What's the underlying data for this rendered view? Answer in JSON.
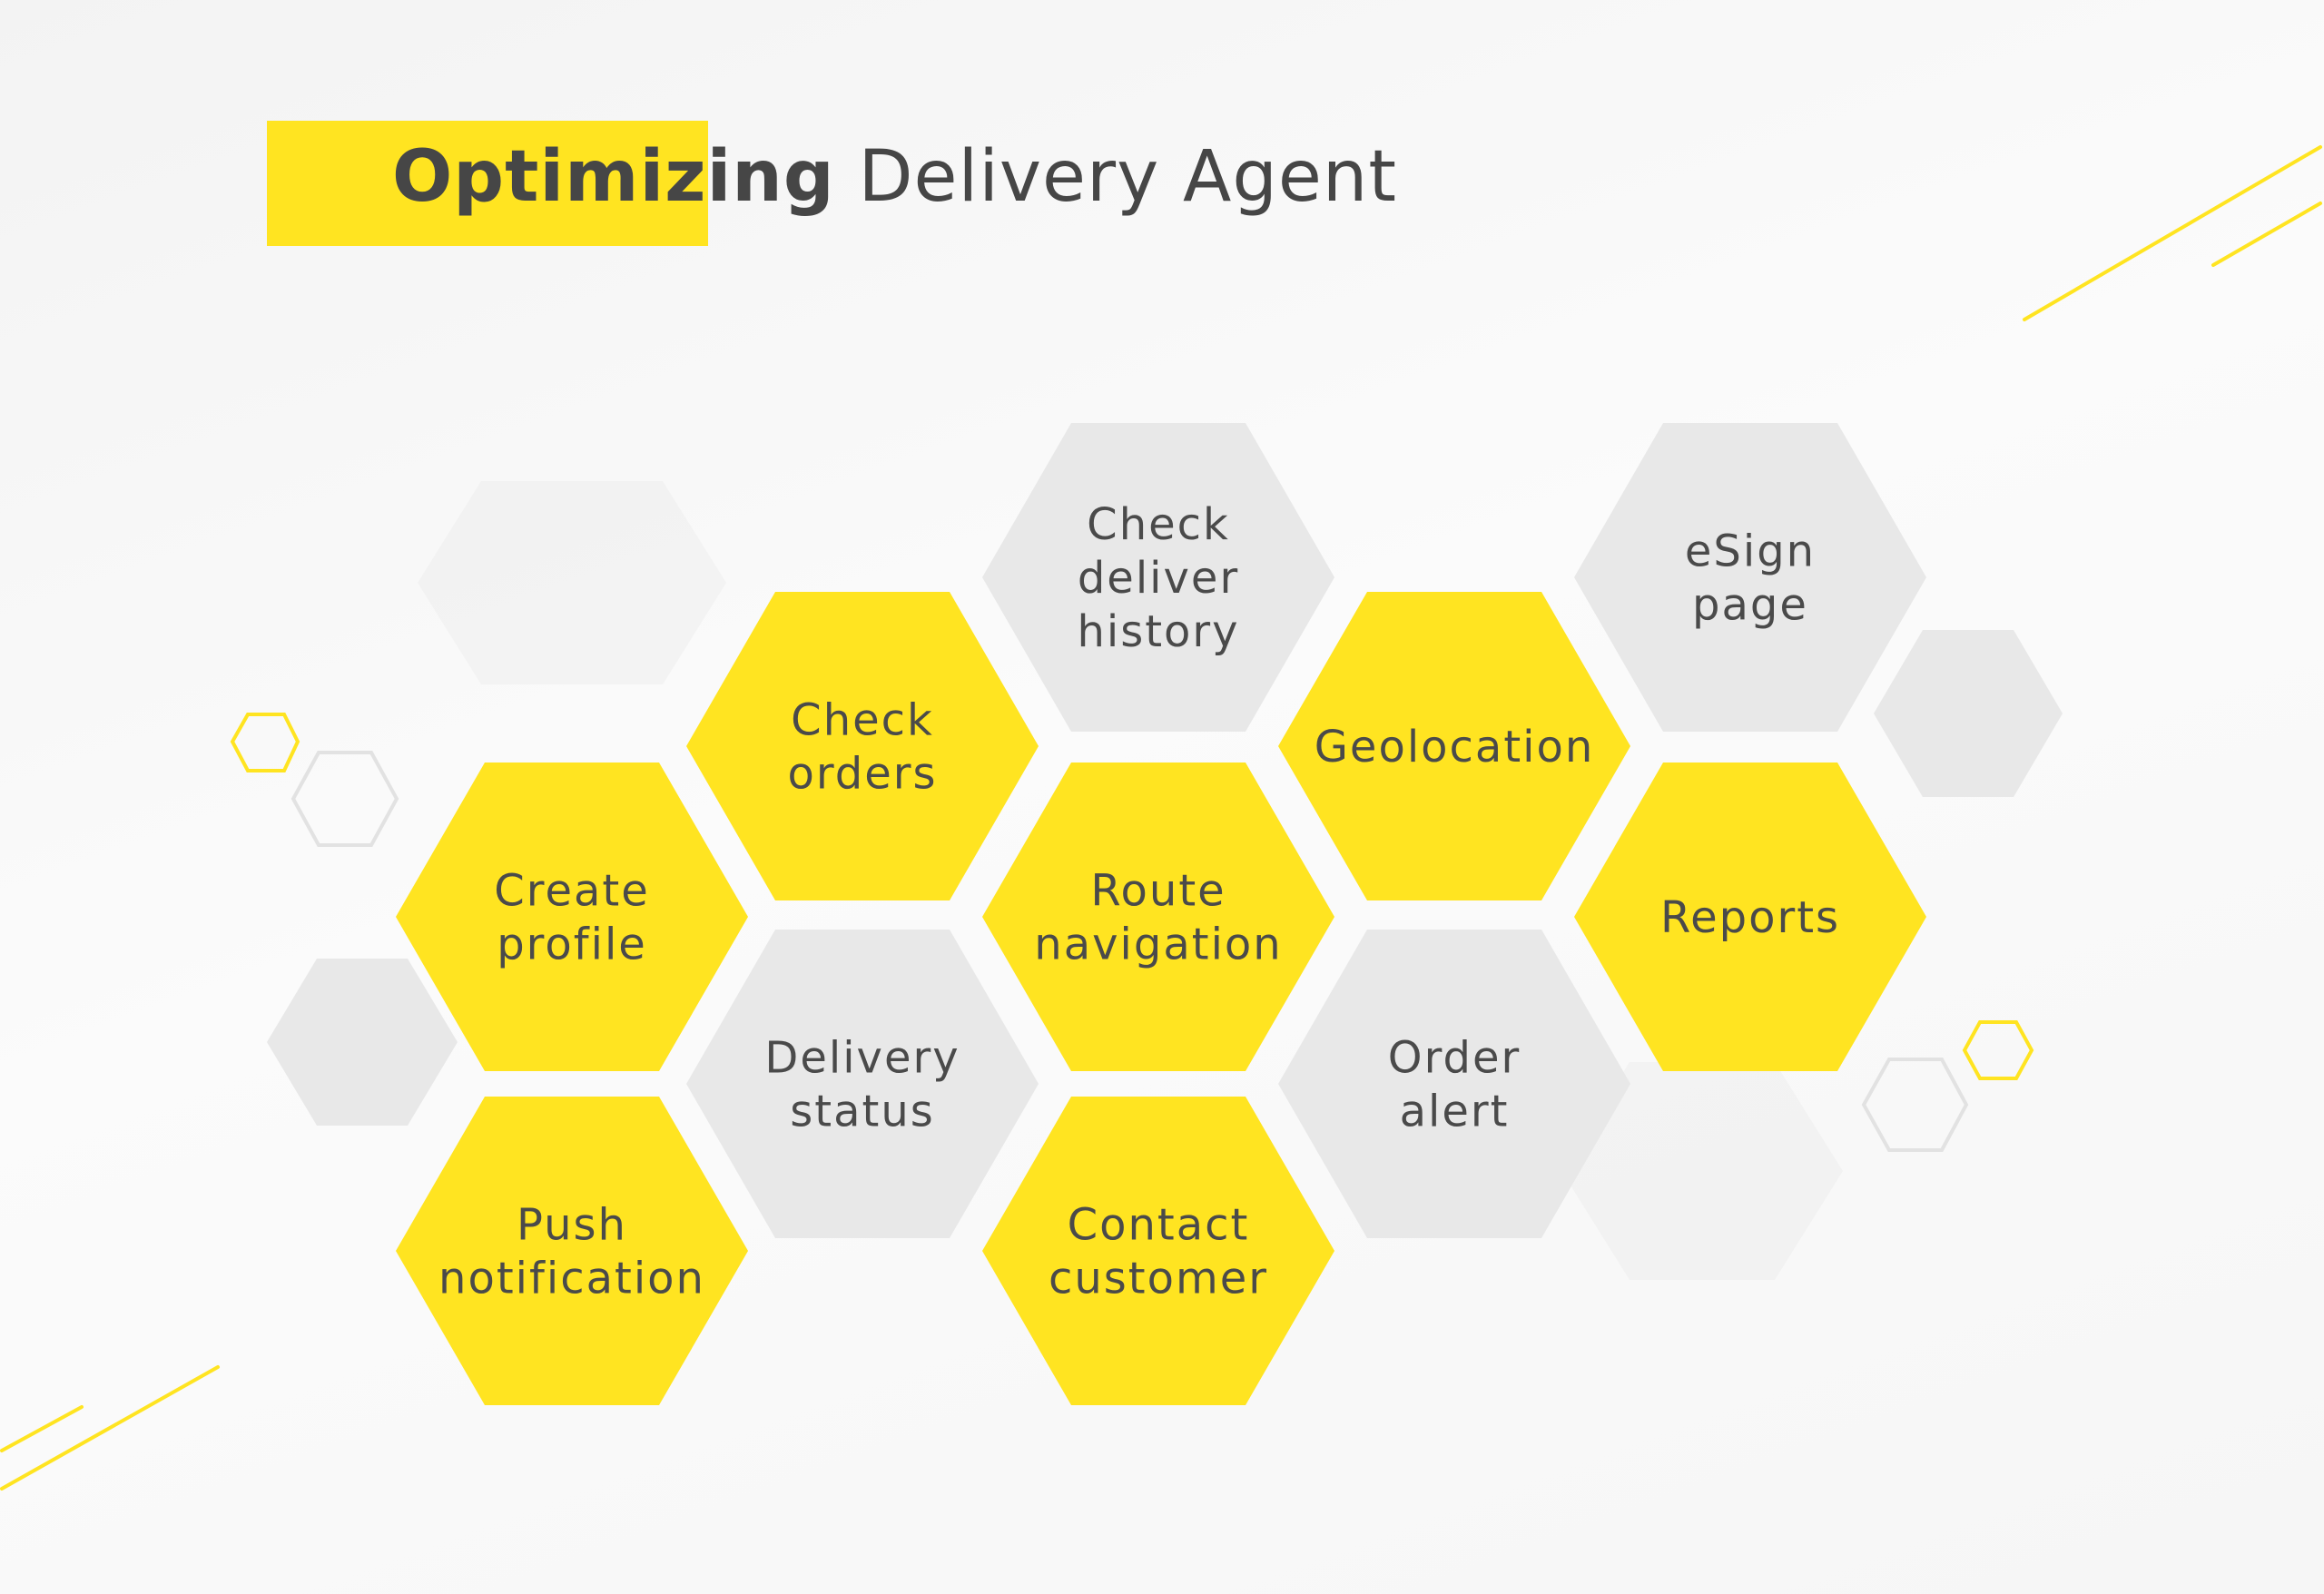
{
  "title": {
    "bold": "Optimizing",
    "light": " Delivery Agent"
  },
  "colors": {
    "accent": "#ffe421",
    "grey": "#e8e8e8",
    "text": "#464646"
  },
  "hexagons": [
    {
      "id": "create-profile",
      "lines": [
        "Create",
        "profile"
      ],
      "color": "yellow"
    },
    {
      "id": "push-notification",
      "lines": [
        "Push",
        "notification"
      ],
      "color": "yellow"
    },
    {
      "id": "check-orders",
      "lines": [
        "Check",
        "orders"
      ],
      "color": "yellow"
    },
    {
      "id": "delivery-status",
      "lines": [
        "Delivery",
        "status"
      ],
      "color": "grey"
    },
    {
      "id": "check-deliver-history",
      "lines": [
        "Check",
        "deliver",
        "history"
      ],
      "color": "grey"
    },
    {
      "id": "route-navigation",
      "lines": [
        "Route",
        "navigation"
      ],
      "color": "yellow"
    },
    {
      "id": "contact-customer",
      "lines": [
        "Contact",
        "customer"
      ],
      "color": "yellow"
    },
    {
      "id": "geolocation",
      "lines": [
        "Geolocation"
      ],
      "color": "yellow"
    },
    {
      "id": "order-alert",
      "lines": [
        "Order",
        "alert"
      ],
      "color": "grey"
    },
    {
      "id": "esign-page",
      "lines": [
        "eSign",
        "page"
      ],
      "color": "grey"
    },
    {
      "id": "reports",
      "lines": [
        "Reports"
      ],
      "color": "yellow"
    }
  ]
}
